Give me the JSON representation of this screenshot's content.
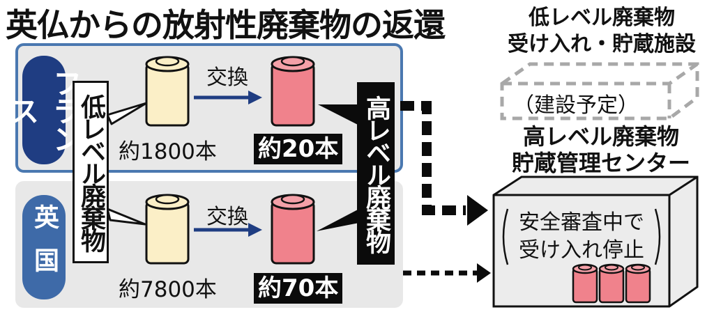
{
  "title": "英仏からの放射性廃棄物の返還",
  "france": {
    "label": "フランス",
    "exchange": "交換",
    "low_count": "約1800本",
    "high_count": "約20本"
  },
  "uk": {
    "label": "英国",
    "exchange": "交換",
    "low_count": "約7800本",
    "high_count": "約70本"
  },
  "low_waste_label": "低レベル廃棄物",
  "high_waste_label": "高レベル廃棄物",
  "low_facility": {
    "line1": "低レベル廃棄物",
    "line2": "受け入れ・貯蔵施設",
    "note": "（建設予定）"
  },
  "high_center": {
    "line1": "高レベル廃棄物",
    "line2": "貯蔵管理センター",
    "status_line1": "安全審査中で",
    "status_line2": "受け入れ停止"
  },
  "colors": {
    "france_badge": "#1f3d82",
    "uk_badge": "#3e6aa8",
    "panel_bg": "#e8e8e8",
    "france_border": "#4a78b0",
    "low_canister": "#fbefc7",
    "high_canister": "#f0828c",
    "arrow": "#1f3d82"
  },
  "icons": [
    "low-level-canister-icon",
    "high-level-canister-icon",
    "exchange-arrow-icon",
    "storage-building-icon"
  ]
}
